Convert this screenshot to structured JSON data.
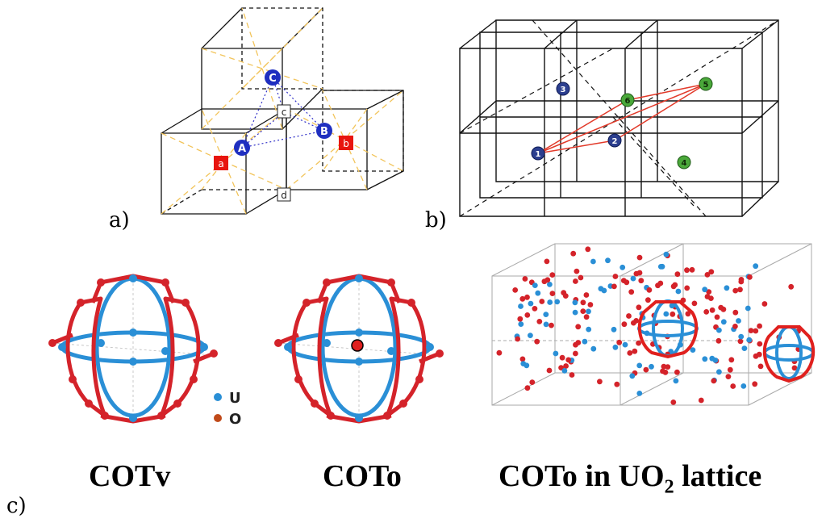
{
  "panel_a": {
    "label": "a)",
    "points": {
      "A": "A",
      "B": "B",
      "C": "C",
      "a": "a",
      "b": "b",
      "c": "c",
      "d": "d"
    }
  },
  "panel_b": {
    "label": "b)",
    "sites": [
      "1",
      "2",
      "3",
      "4",
      "5",
      "6"
    ]
  },
  "panel_c": {
    "label": "c)",
    "legend": {
      "U": "U",
      "O": "O"
    },
    "captions": {
      "cotv": "COTv",
      "coto": "COTo",
      "lattice_prefix": "COTo in UO",
      "lattice_sub": "2",
      "lattice_suffix": " lattice"
    }
  },
  "colors": {
    "uranium": "#2a8fd6",
    "oxygen": "#d4232a",
    "site_blue": "#2c3f8f",
    "site_green": "#4aa83a",
    "red_square": "#e8150f",
    "dash_yellow": "#f2c45a"
  }
}
